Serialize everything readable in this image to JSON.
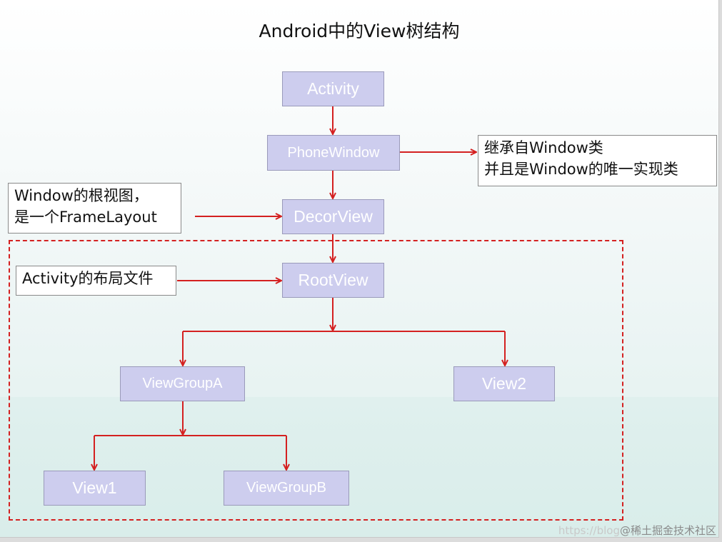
{
  "title": "Android中的View树结构",
  "nodes": {
    "activity": "Activity",
    "phone_window": "PhoneWindow",
    "decor_view": "DecorView",
    "root_view": "RootView",
    "view_group_a": "ViewGroupA",
    "view2": "View2",
    "view1": "View1",
    "view_group_b": "ViewGroupB"
  },
  "notes": {
    "phone_window": [
      "继承自Window类",
      "并且是Window的唯一实现类"
    ],
    "decor_view": [
      "Window的根视图，",
      "是一个FrameLayout"
    ],
    "root_view": [
      "Activity的布局文件"
    ]
  },
  "watermark": {
    "url": "https://blog",
    "brand": "@稀土掘金技术社区"
  },
  "colors": {
    "node_fill": "#cdcdee",
    "arrow": "#d42020",
    "dashed_border": "#d42020"
  }
}
